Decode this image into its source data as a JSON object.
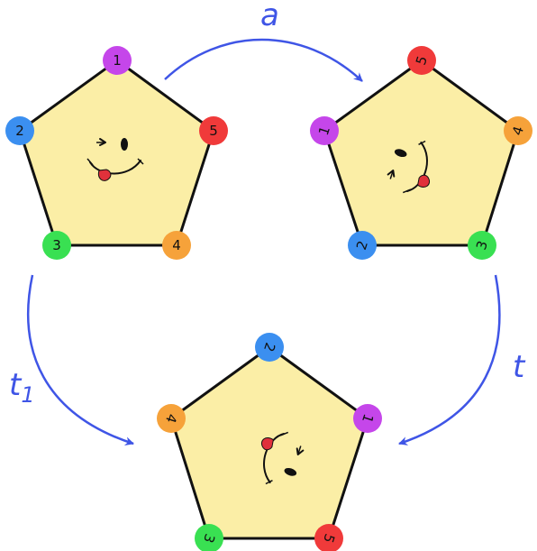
{
  "colors": {
    "pentagon_fill": "#fbeea6",
    "pentagon_stroke": "#111111",
    "arrow": "#3f55e6",
    "vertex_colors": {
      "1": "#c546ea",
      "2": "#3b8ff0",
      "3": "#39e052",
      "4": "#f6a23a",
      "5": "#f03a3a"
    },
    "tongue": "#e0313b"
  },
  "arrow_labels": {
    "a": "a",
    "t1_main": "t",
    "t1_sub": "1",
    "t": "t"
  },
  "pentagons": [
    {
      "id": "top-left",
      "vertices": [
        "1",
        "5",
        "4",
        "3",
        "2"
      ]
    },
    {
      "id": "top-right",
      "vertices": [
        "5",
        "4",
        "3",
        "2",
        "1"
      ]
    },
    {
      "id": "bottom",
      "vertices": [
        "2",
        "1",
        "5",
        "3",
        "4"
      ]
    }
  ]
}
